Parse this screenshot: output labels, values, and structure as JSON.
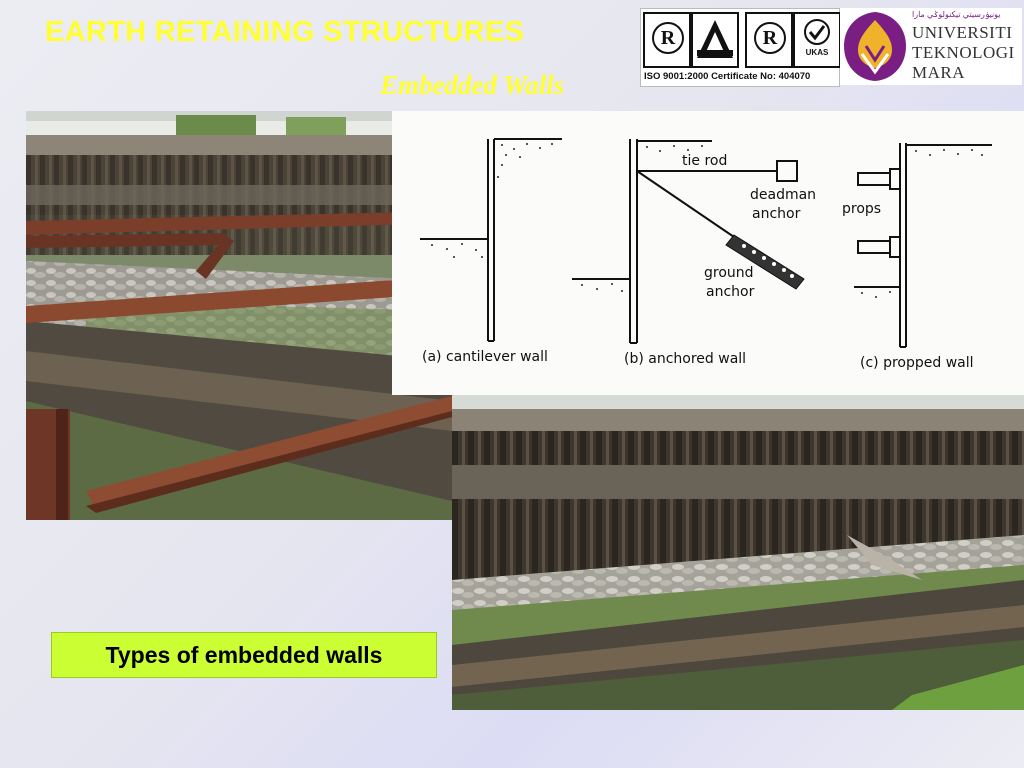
{
  "slide": {
    "title": "EARTH RETAINING STRUCTURES",
    "subtitle": "Embedded Walls",
    "caption": "Types of embedded walls"
  },
  "logos": {
    "certificate_text": "ISO 9001:2000 Certificate No: 404070",
    "ukas_label": "UKAS",
    "university_line1": "UNIVERSITI",
    "university_line2": "TEKNOLOGI",
    "university_line3": "MARA",
    "university_jawi": "يونيۏرسيتي تيكنولوݢي مارا"
  },
  "diagram": {
    "labels": {
      "tie_rod": "tie rod",
      "deadman_1": "deadman",
      "deadman_2": "anchor",
      "ground_1": "ground",
      "ground_2": "anchor",
      "props": "props",
      "caption_a": "(a) cantilever wall",
      "caption_b": "(b) anchored wall",
      "caption_c": "(c) propped wall"
    }
  },
  "colors": {
    "title": "#ffff33",
    "caption_bg": "#ccff33"
  }
}
